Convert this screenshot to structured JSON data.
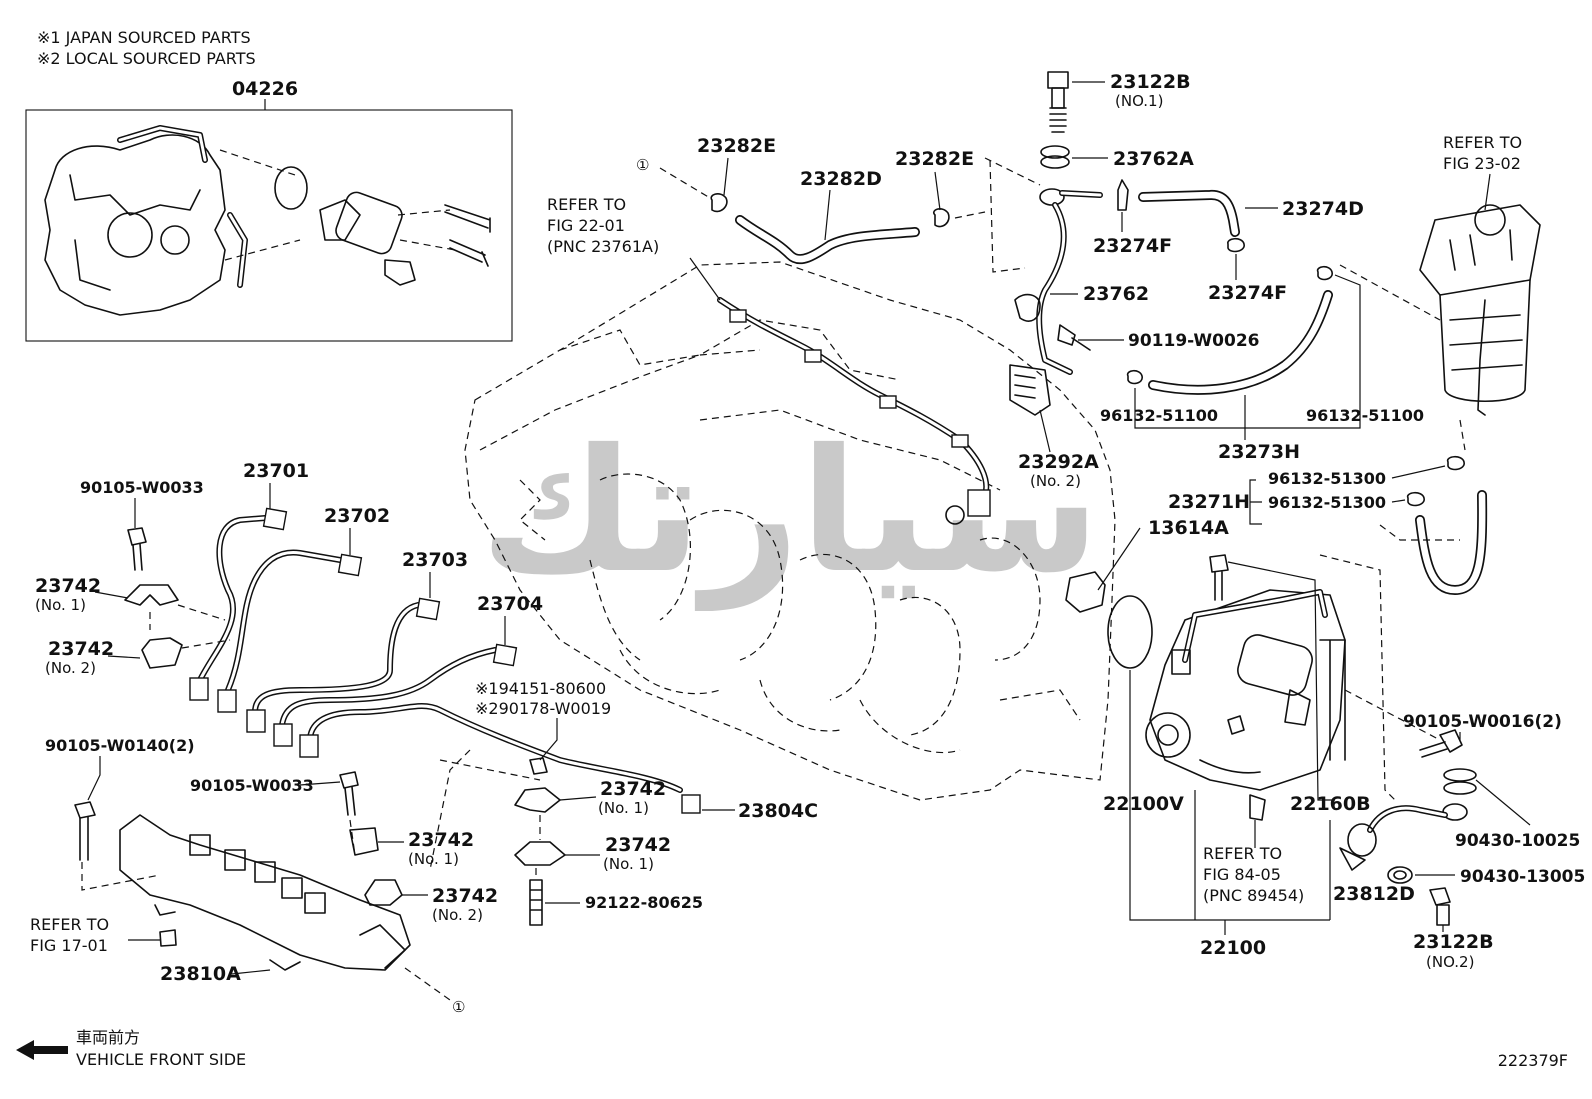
{
  "header": {
    "note1": "※1 JAPAN SOURCED PARTS",
    "note2": "※2 LOCAL SOURCED PARTS"
  },
  "figure_id": "222379F",
  "direction": {
    "jp": "車両前方",
    "en": "VEHICLE FRONT SIDE"
  },
  "watermark": "ﺳﻴﺎﺭﺗﻚ",
  "parts": {
    "p04226": "04226",
    "p23282E_a": "23282E",
    "p23282D": "23282D",
    "p23282E_b": "23282E",
    "p23122B_top": "23122B",
    "p23122B_top_sub": "(NO.1)",
    "p23762A": "23762A",
    "p23274D": "23274D",
    "p23274F_a": "23274F",
    "p23274F_b": "23274F",
    "p23762": "23762",
    "p90119": "90119-W0026",
    "p96132_a": "96132-51100",
    "p96132_b": "96132-51100",
    "p23292A": "23292A",
    "p23292A_sub": "(No. 2)",
    "p23273H": "23273H",
    "p96132_c": "96132-51300",
    "p96132_d": "96132-51300",
    "p23271H": "23271H",
    "p13614A": "13614A",
    "p23701": "23701",
    "p23702": "23702",
    "p23703": "23703",
    "p23704": "23704",
    "p90105_w0033_a": "90105-W0033",
    "p23742_no1_a": "23742",
    "p23742_no1_a_sub": "(No. 1)",
    "p23742_no2_a": "23742",
    "p23742_no2_a_sub": "(No. 2)",
    "p90105_w0140": "90105-W0140(2)",
    "p90105_w0033_b": "90105-W0033",
    "p194151": "※194151-80600",
    "p290178": "※290178-W0019",
    "p23742_no1_b": "23742",
    "p23742_no1_b_sub": "(No. 1)",
    "p23742_no1_c": "23742",
    "p23742_no1_c_sub": "(No. 1)",
    "p23742_no1_d": "23742",
    "p23742_no1_d_sub": "(No. 1)",
    "p23742_no2_b": "23742",
    "p23742_no2_b_sub": "(No. 2)",
    "p23804C": "23804C",
    "p92122": "92122-80625",
    "p23810A": "23810A",
    "p22100V": "22100V",
    "p22160B": "22160B",
    "p22100": "22100",
    "p90105_w0016": "90105-W0016(2)",
    "p90430_10025": "90430-10025",
    "p90430_13005": "90430-13005",
    "p23812D": "23812D",
    "p23122B_bot": "23122B",
    "p23122B_bot_sub": "(NO.2)"
  },
  "references": {
    "fig22_l1": "REFER TO",
    "fig22_l2": "FIG 22-01",
    "fig22_l3": "(PNC 23761A)",
    "fig23_l1": "REFER TO",
    "fig23_l2": "FIG 23-02",
    "fig17_l1": "REFER TO",
    "fig17_l2": "FIG 17-01",
    "fig84_l1": "REFER TO",
    "fig84_l2": "FIG 84-05",
    "fig84_l3": "(PNC 89454)"
  },
  "markers": {
    "circle_a": "①",
    "circle_b": "①"
  }
}
